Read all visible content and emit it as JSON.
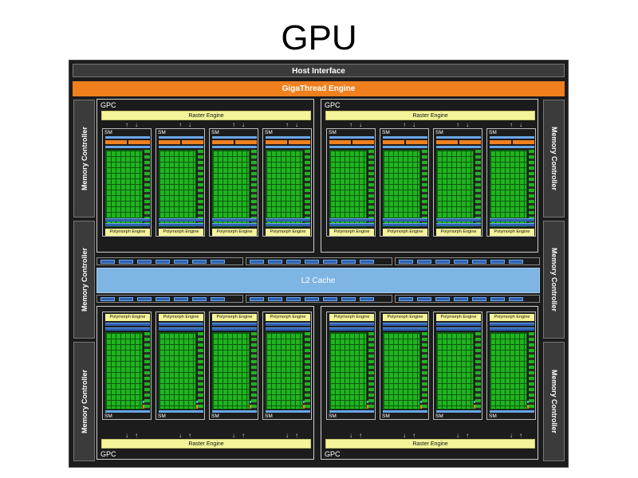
{
  "title": "GPU",
  "host_interface": "Host Interface",
  "gigathread_engine": "GigaThread Engine",
  "memory_controller_label": "Memory Controller",
  "l2_cache": "L2 Cache",
  "gpc_label": "GPC",
  "raster_engine_label": "Raster Engine",
  "sm_label": "SM",
  "polymorph_engine_label": "Polymorph Engine",
  "colors": {
    "chip_bg": "#1c1c1c",
    "gigathread": "#f0801e",
    "l2": "#7eb5e2",
    "core": "#1fb41f",
    "engine_yellow": "#f4f49a",
    "bus_blue": "#2f5fb0"
  }
}
